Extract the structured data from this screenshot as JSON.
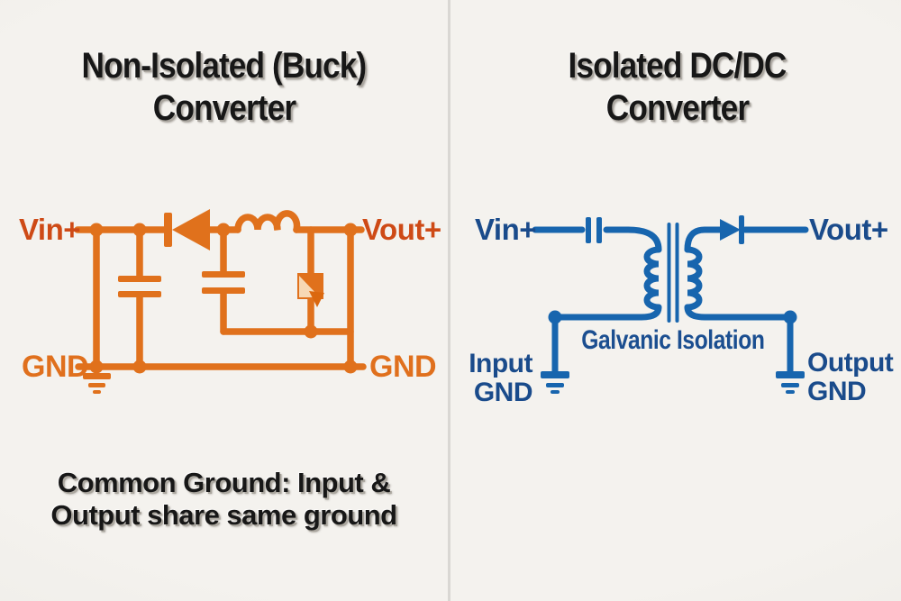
{
  "left_panel": {
    "title_line1": "Non-Isolated (Buck)",
    "title_line2": "Converter",
    "circuit": {
      "vin_label": "Vin+",
      "vout_label": "Vout+",
      "gnd_left_label": "GND",
      "gnd_right_label": "GND"
    },
    "caption_line1": "Common Ground: Input &",
    "caption_line2": "Output share same ground"
  },
  "right_panel": {
    "title_line1": "Isolated DC/DC",
    "title_line2": "Converter",
    "circuit": {
      "vin_label": "Vin+",
      "vout_label": "Vout+",
      "input_gnd_line1": "Input",
      "input_gnd_line2": "GND",
      "output_gnd_line1": "Output",
      "output_gnd_line2": "GND",
      "isolation_label": "Galvanic Isolation"
    }
  },
  "colors": {
    "background": "#f1efeb",
    "divider": "#d9d7d3",
    "orange_wire": "#e0711c",
    "orange_io_label": "#ce4a16",
    "blue_wire": "#1765ae",
    "blue_label": "#1a4b8b",
    "title_text": "#171717"
  },
  "icons": {
    "left": [
      "diode-icon",
      "capacitor-icon",
      "inductor-icon",
      "switch-block-icon",
      "ground-icon"
    ],
    "right": [
      "capacitor-icon",
      "transformer-icon",
      "diode-icon",
      "ground-icon"
    ]
  }
}
